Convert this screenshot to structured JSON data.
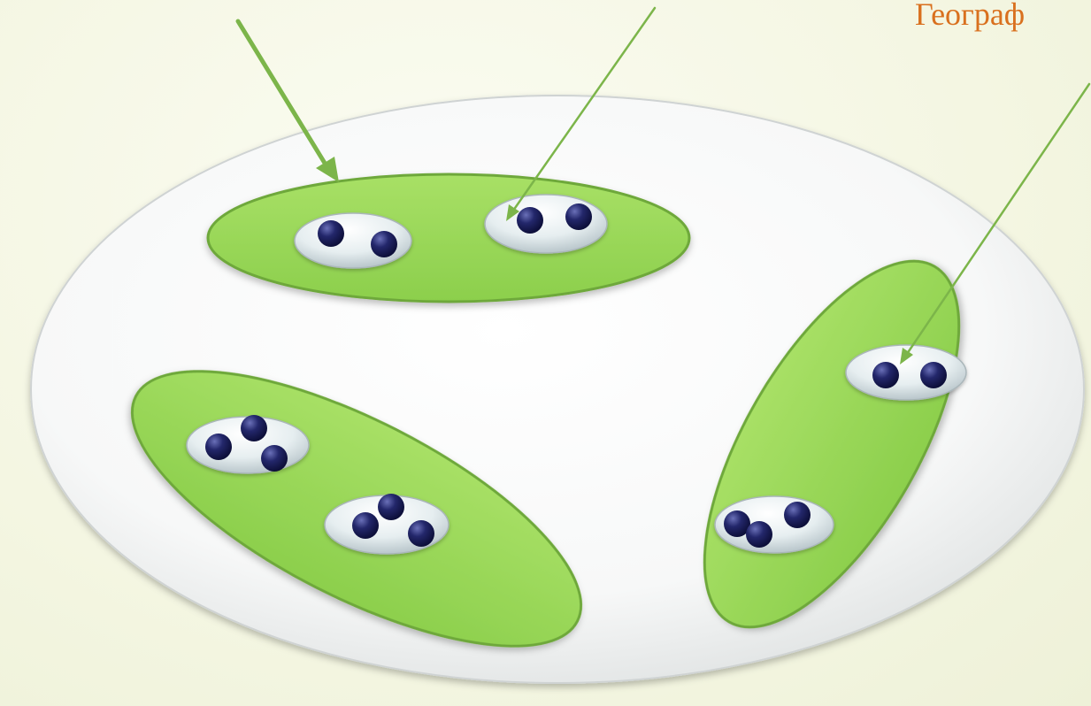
{
  "labels": {
    "top_right_label": "Географ"
  },
  "colors": {
    "background": "#f5f7e6",
    "big_ellipse": "#ffffff",
    "green_group": "#9bd85a",
    "green_group_edge": "#6ea83a",
    "small_ellipse": "#e9f0f2",
    "dot": "#1c1f5e",
    "label_text": "#d9701e",
    "arrow": "#7cb54a"
  },
  "icons": {
    "arrows": "straight-arrow",
    "dots": "sphere"
  }
}
